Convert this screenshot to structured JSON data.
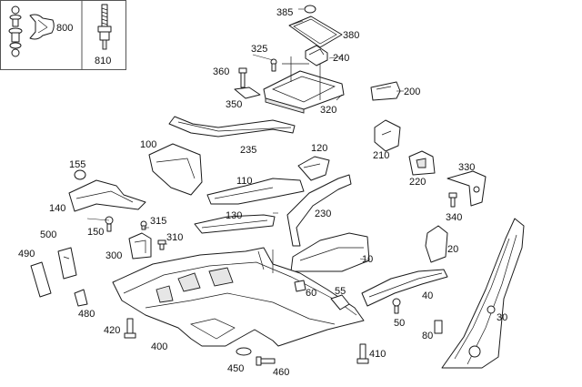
{
  "callouts": {
    "c385": "385",
    "c380": "380",
    "c325": "325",
    "c240": "240",
    "c360": "360",
    "c350": "350",
    "c320": "320",
    "c200": "200",
    "c800": "800",
    "c810": "810",
    "c100": "100",
    "c235": "235",
    "c120": "120",
    "c210": "210",
    "c155": "155",
    "c110": "110",
    "c220": "220",
    "c330": "330",
    "c140": "140",
    "c130": "130",
    "c230": "230",
    "c340": "340",
    "c150": "150",
    "c315": "315",
    "c500": "500",
    "c310": "310",
    "c300": "300",
    "c490": "490",
    "c20": "20",
    "c10": "10",
    "c60": "60",
    "c55": "55",
    "c40": "40",
    "c480": "480",
    "c50": "50",
    "c420": "420",
    "c30": "30",
    "c80": "80",
    "c400": "400",
    "c410": "410",
    "c450": "450",
    "c460": "460"
  }
}
